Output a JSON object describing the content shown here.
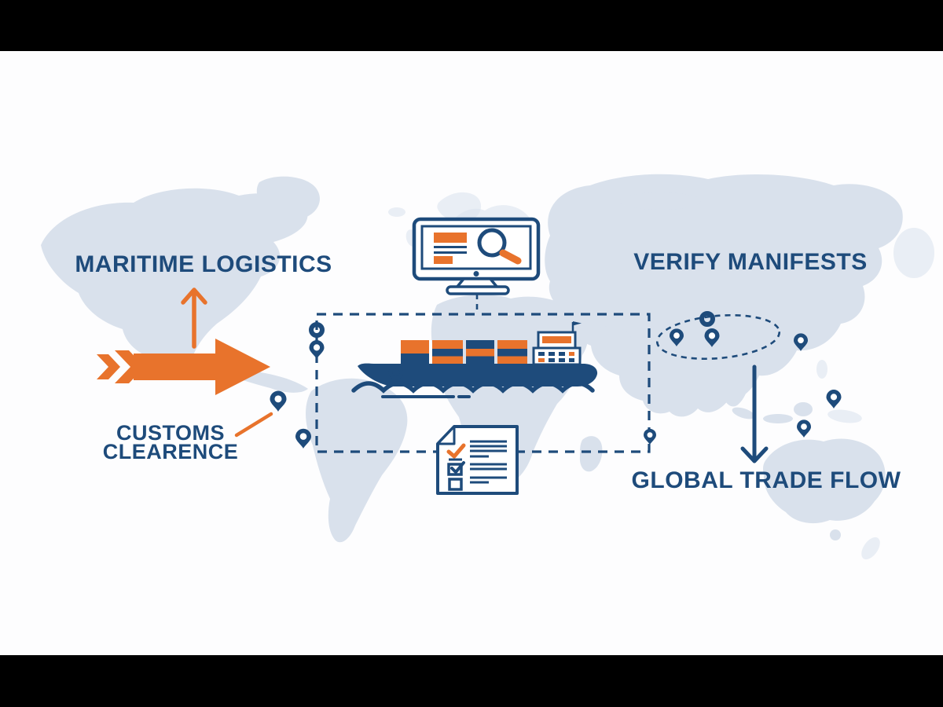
{
  "scene": {
    "description": "Global trade logistics infographic over a light world map",
    "letterboxed": true
  },
  "colors": {
    "navy": "#1E4B7B",
    "orange": "#E8732C",
    "map": "#D9E1EC",
    "white": "#FFFFFF",
    "paper": "#FDFDFE",
    "letterbox": "#000000"
  },
  "labels": {
    "maritime_logistics": "MARITIME LOGISTICS",
    "verify_manifests": "VERIFY MANIFESTS",
    "customs_line1": "CUSTOMS",
    "customs_line2": "CLEARENCE",
    "global_trade_flow": "GLOBAL TRADE FLOW"
  },
  "icons": {
    "monitor": "monitor-with-document-and-magnifier",
    "ship": "container-cargo-ship",
    "checklist": "manifest-checklist-document",
    "pin": "map-location-pin",
    "arrow_right": "orange-flow-arrow-right",
    "arrow_up": "orange-arrow-up",
    "arrow_down": "navy-arrow-down",
    "route_rect": "dashed-route-rectangle",
    "route_loop": "dashed-route-ellipse"
  },
  "pin_count": 9
}
